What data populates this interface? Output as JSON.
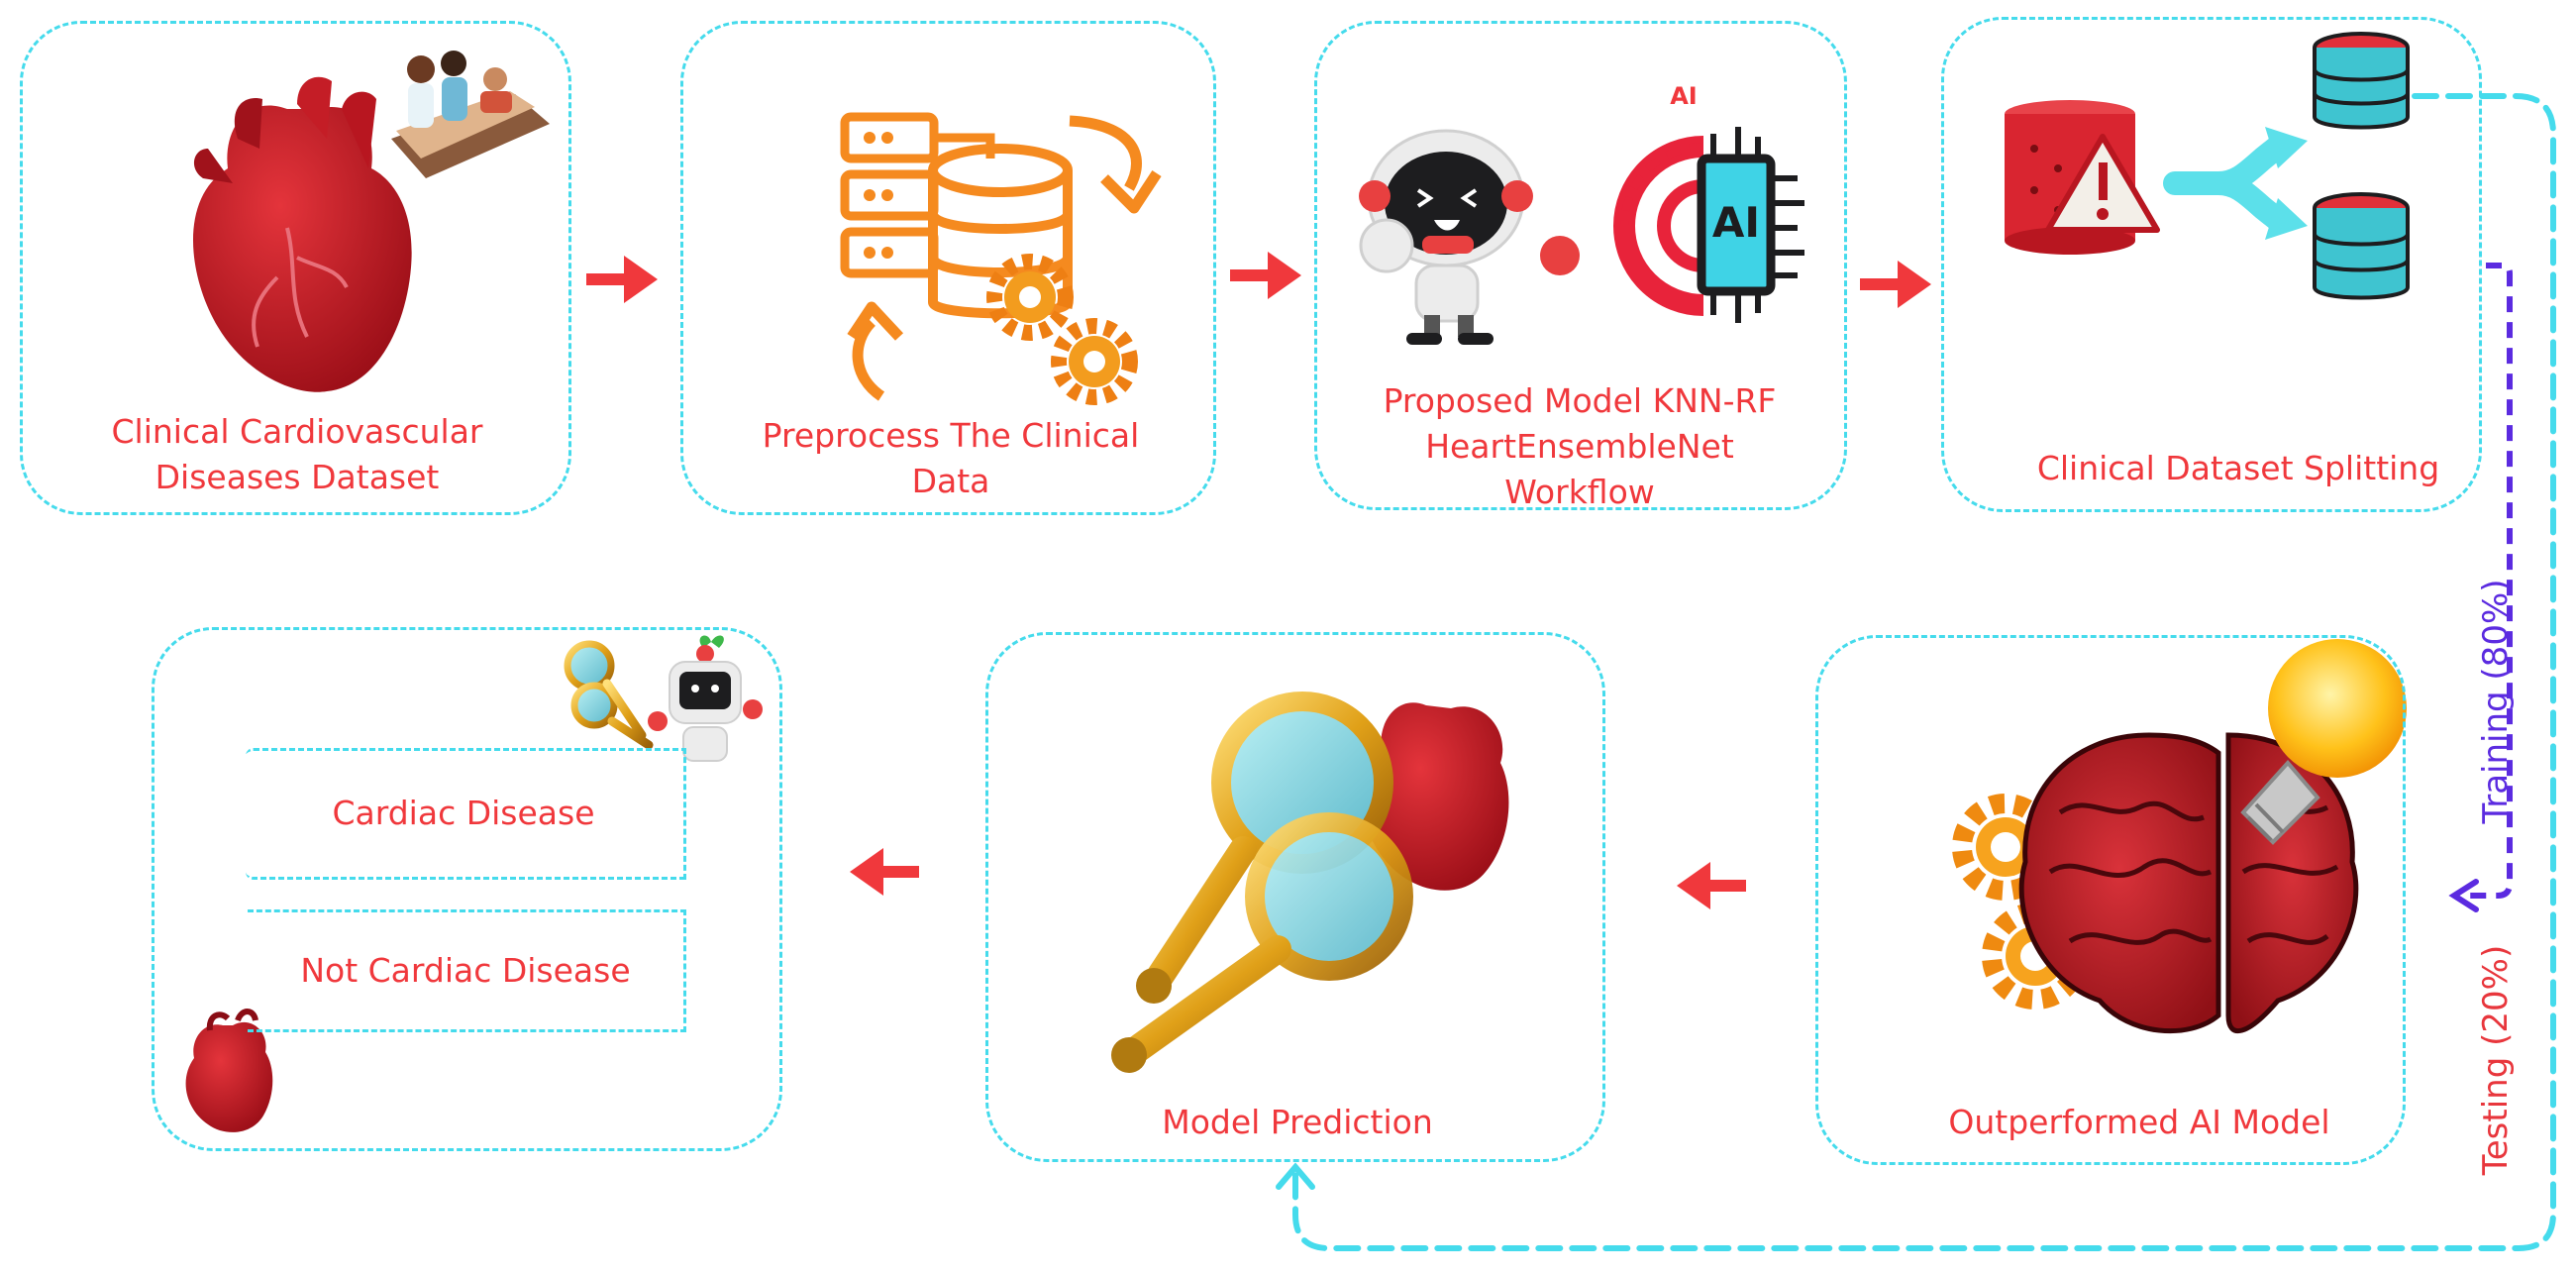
{
  "steps": {
    "dataset": {
      "line1": "Clinical Cardiovascular",
      "line2": "Diseases Dataset"
    },
    "preprocess": {
      "line1": "Preprocess The Clinical",
      "line2": "Data"
    },
    "model": {
      "line1": "Proposed  Model KNN-RF",
      "line2": "HeartEnsembleNet",
      "line3": "Workflow",
      "ai_tag": "AI",
      "chip_text": "AI"
    },
    "splitting": {
      "label": "Clinical Dataset Splitting"
    },
    "outperformed": {
      "label": "Outperformed AI Model"
    },
    "prediction": {
      "label": "Model Prediction"
    }
  },
  "outcomes": {
    "positive": "Cardiac Disease",
    "negative": "Not Cardiac Disease"
  },
  "split_paths": {
    "training": "Training (80%)",
    "testing": "Testing (20%)"
  },
  "colors": {
    "box_border": "#45dbec",
    "label_text": "#f0383c",
    "arrow": "#f0383c",
    "training_path": "#5b2be0",
    "testing_label": "#e8363c",
    "icon_orange": "#f58a1f",
    "heart_red": "#b81620"
  },
  "icons": [
    "heart-icon",
    "clinicians-icon",
    "database-server-icon",
    "gears-icon",
    "robot-icon",
    "ai-chip-icon",
    "split-database-icon",
    "brain-icon",
    "lightbulb-icon",
    "magnifier-icon",
    "mini-robot-icon"
  ]
}
